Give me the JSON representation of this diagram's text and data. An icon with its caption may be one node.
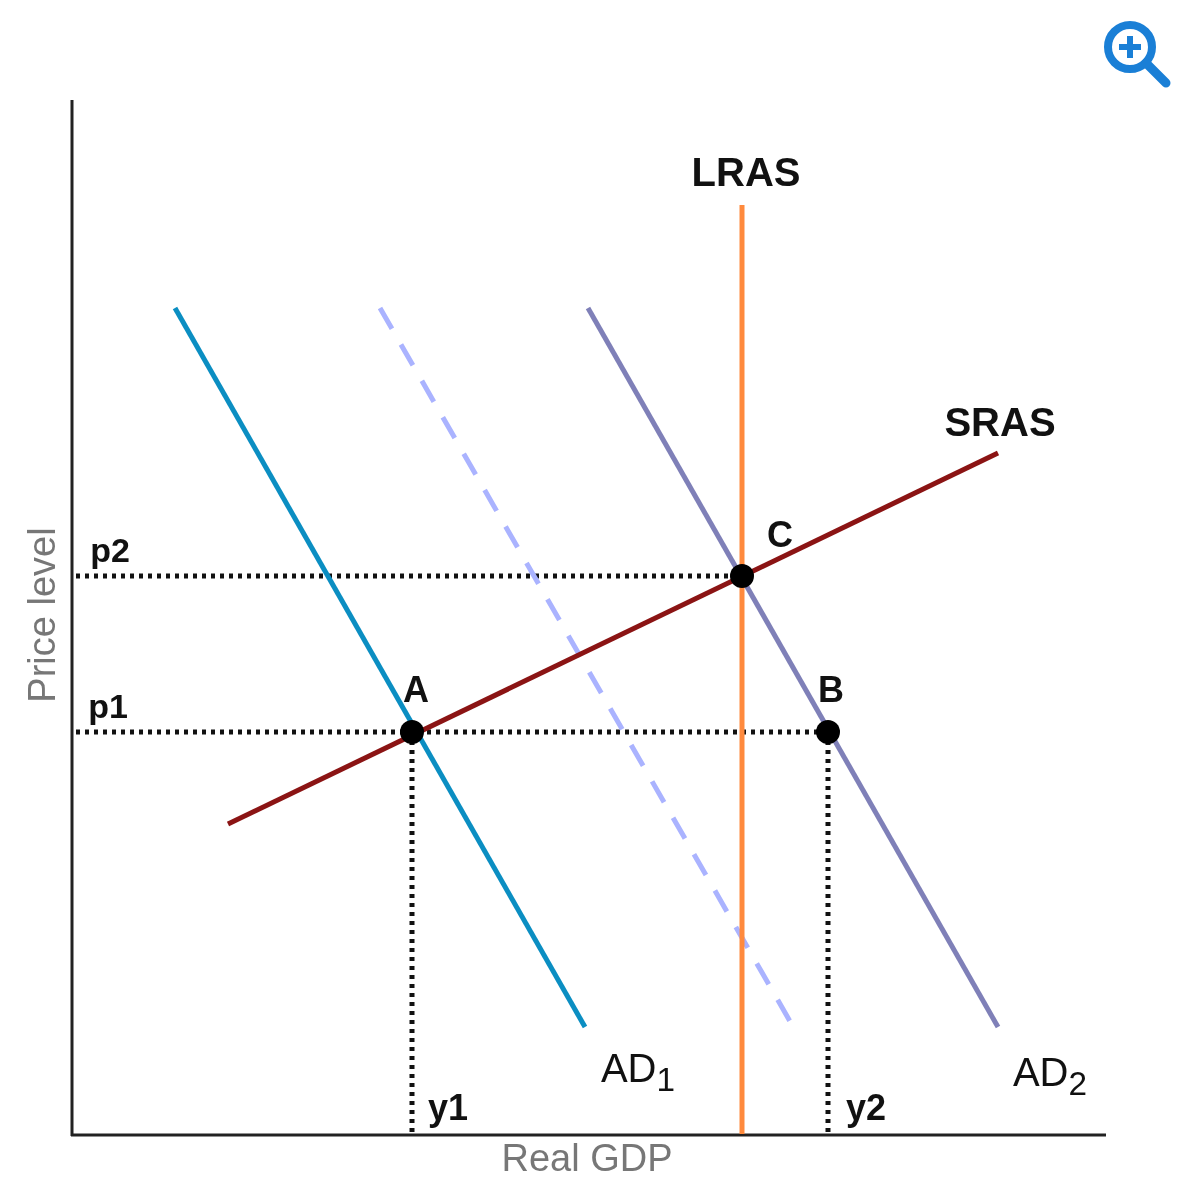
{
  "diagram": {
    "labels": [
      "LRAS",
      "SRAS",
      "C",
      "p2",
      "A",
      "B",
      "p1",
      "Price level",
      "AD$_{1}$",
      "AD$_{2}$",
      "y1",
      "y2",
      "Real GDP"
    ]
  }
}
